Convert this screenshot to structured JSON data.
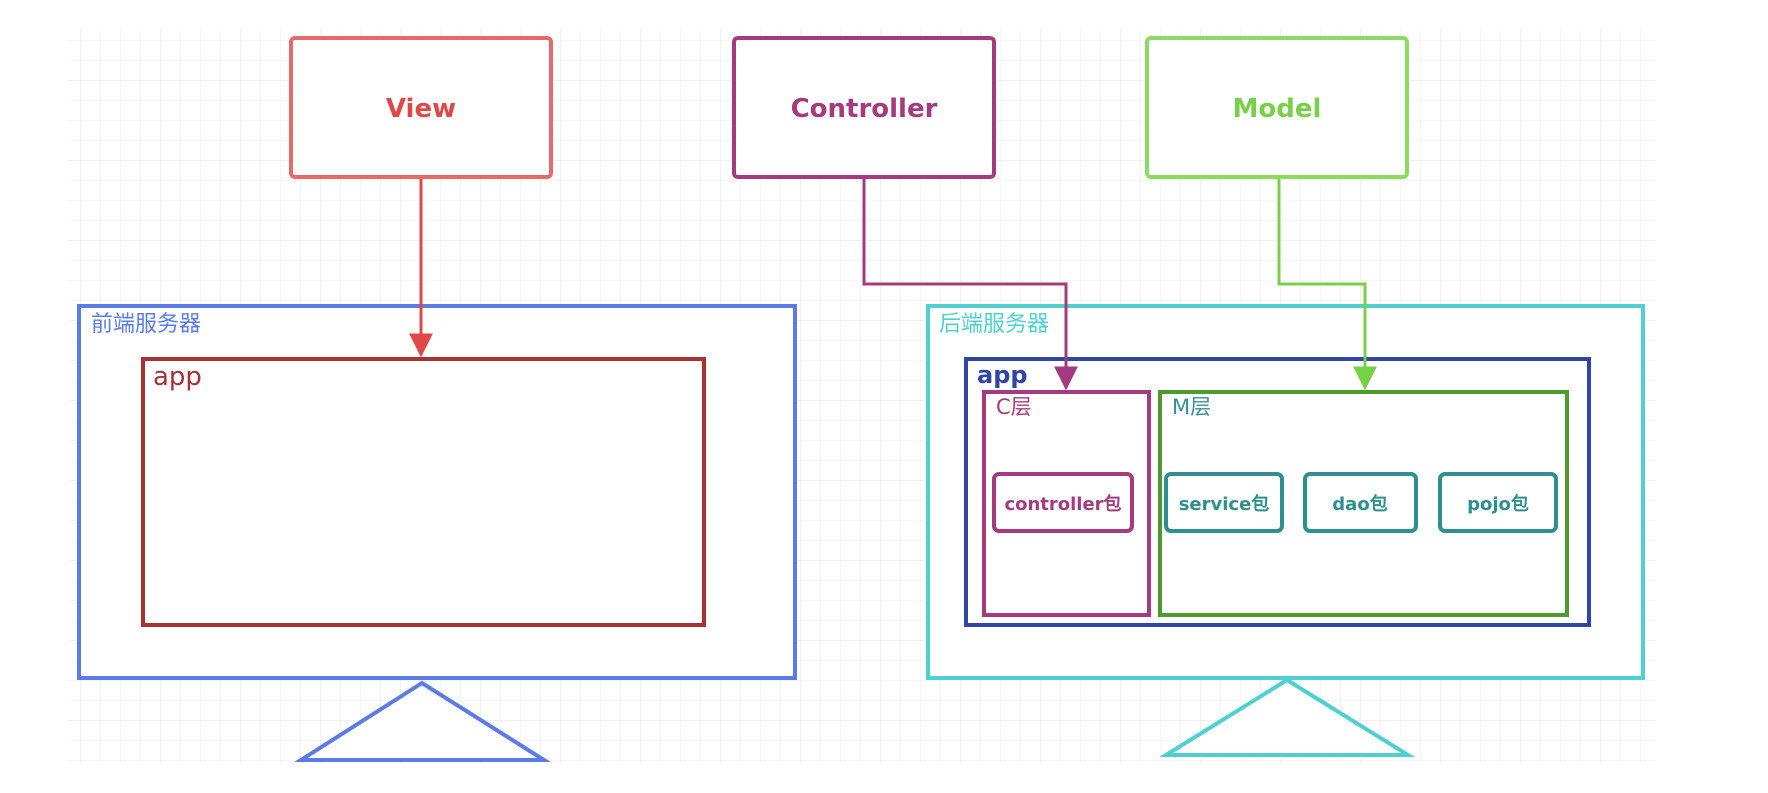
{
  "top_boxes": [
    {
      "key": "view",
      "label": "View",
      "color": "#e66a6a",
      "text_color": "#e04848"
    },
    {
      "key": "controller",
      "label": "Controller",
      "color": "#a63a7e",
      "text_color": "#a63a7e"
    },
    {
      "key": "model",
      "label": "Model",
      "color": "#8ddb5e",
      "text_color": "#78d048"
    }
  ],
  "frontend": {
    "label": "前端服务器",
    "color": "#5b7be6",
    "app": {
      "label": "app",
      "color": "#a83232"
    }
  },
  "backend": {
    "label": "后端服务器",
    "color": "#4fd0d0",
    "app": {
      "label": "app",
      "color": "#2f45a8"
    },
    "c_layer": {
      "label": "C层",
      "color": "#a63a7e",
      "packages": [
        {
          "label": "controller包"
        }
      ]
    },
    "m_layer": {
      "label": "M层",
      "color": "#4f9a2e",
      "label_color": "#3a8f9a",
      "packages": [
        {
          "label": "service包"
        },
        {
          "label": "dao包"
        },
        {
          "label": "pojo包"
        }
      ],
      "package_color": "#2e8f8f"
    }
  },
  "grid": {
    "color": "#e8e8e8"
  }
}
